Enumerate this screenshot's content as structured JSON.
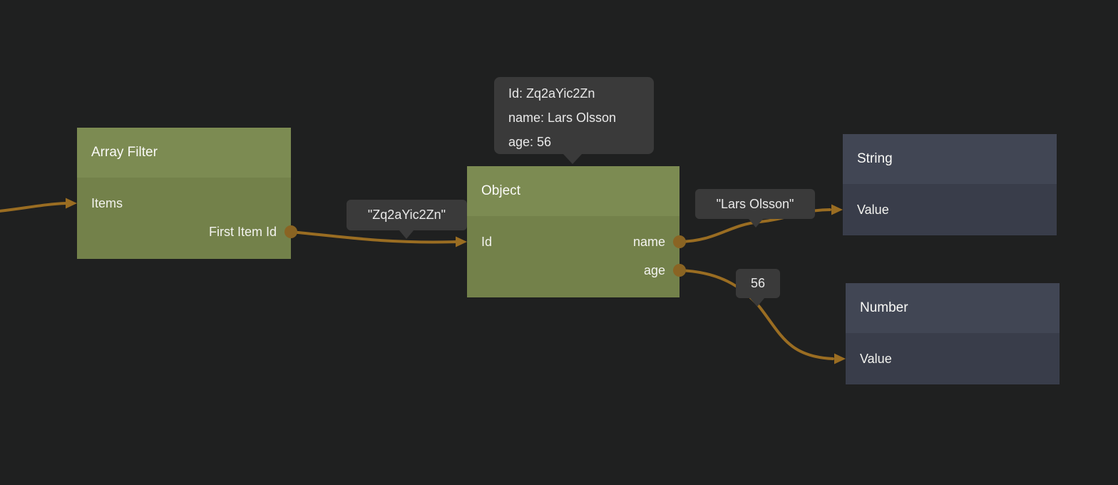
{
  "nodes": {
    "array_filter": {
      "title": "Array Filter",
      "inputs": {
        "items": "Items"
      },
      "outputs": {
        "first_item_id": "First Item Id"
      }
    },
    "object": {
      "title": "Object",
      "inputs": {
        "id": "Id"
      },
      "outputs": {
        "name": "name",
        "age": "age"
      }
    },
    "string": {
      "title": "String",
      "inputs": {
        "value": "Value"
      }
    },
    "number": {
      "title": "Number",
      "inputs": {
        "value": "Value"
      }
    }
  },
  "tooltip": {
    "line1": "Id: Zq2aYic2Zn",
    "line2": "name: Lars Olsson",
    "line3": "age: 56"
  },
  "wire_labels": {
    "id": "\"Zq2aYic2Zn\"",
    "name": "\"Lars Olsson\"",
    "age": "56"
  },
  "colors": {
    "background": "#1f2020",
    "node_green_header": "#7c8b52",
    "node_green_body": "#73814a",
    "node_dark_header": "#414654",
    "node_dark_body": "#393d4a",
    "wire": "#9a6d22",
    "port": "#8a6423",
    "bubble_background": "#3a3a3a",
    "text": "#f5f5f2"
  }
}
